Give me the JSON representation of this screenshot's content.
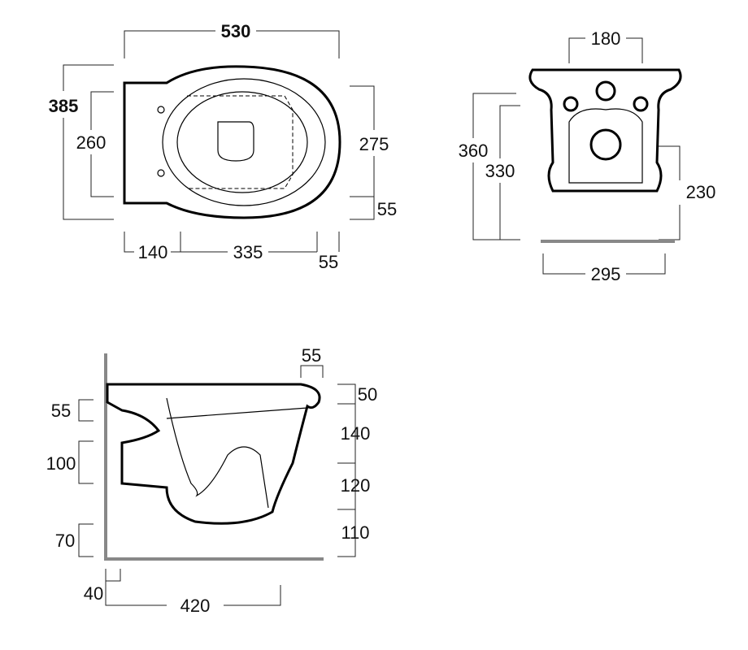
{
  "top_view": {
    "overall_length": "530",
    "overall_width": "385",
    "seat_width": "260",
    "bowl_width": "275",
    "rim_offset": "55",
    "rear_depth": "140",
    "fixing_span": "335",
    "front_offset": "55"
  },
  "front_view": {
    "fixing_centres": "180",
    "total_height": "360",
    "body_height": "330",
    "outlet_height": "230",
    "base_width": "295"
  },
  "side_view": {
    "rim_overhang": "55",
    "rim_thickness": "50",
    "upper_depth": "140",
    "mid_depth": "120",
    "lower_depth": "110",
    "inlet_height": "55",
    "outlet_diameter": "100",
    "floor_clearance": "70",
    "wall_gap": "40",
    "projection": "420"
  },
  "colors": {
    "line": "#000000",
    "wall": "#888888"
  }
}
